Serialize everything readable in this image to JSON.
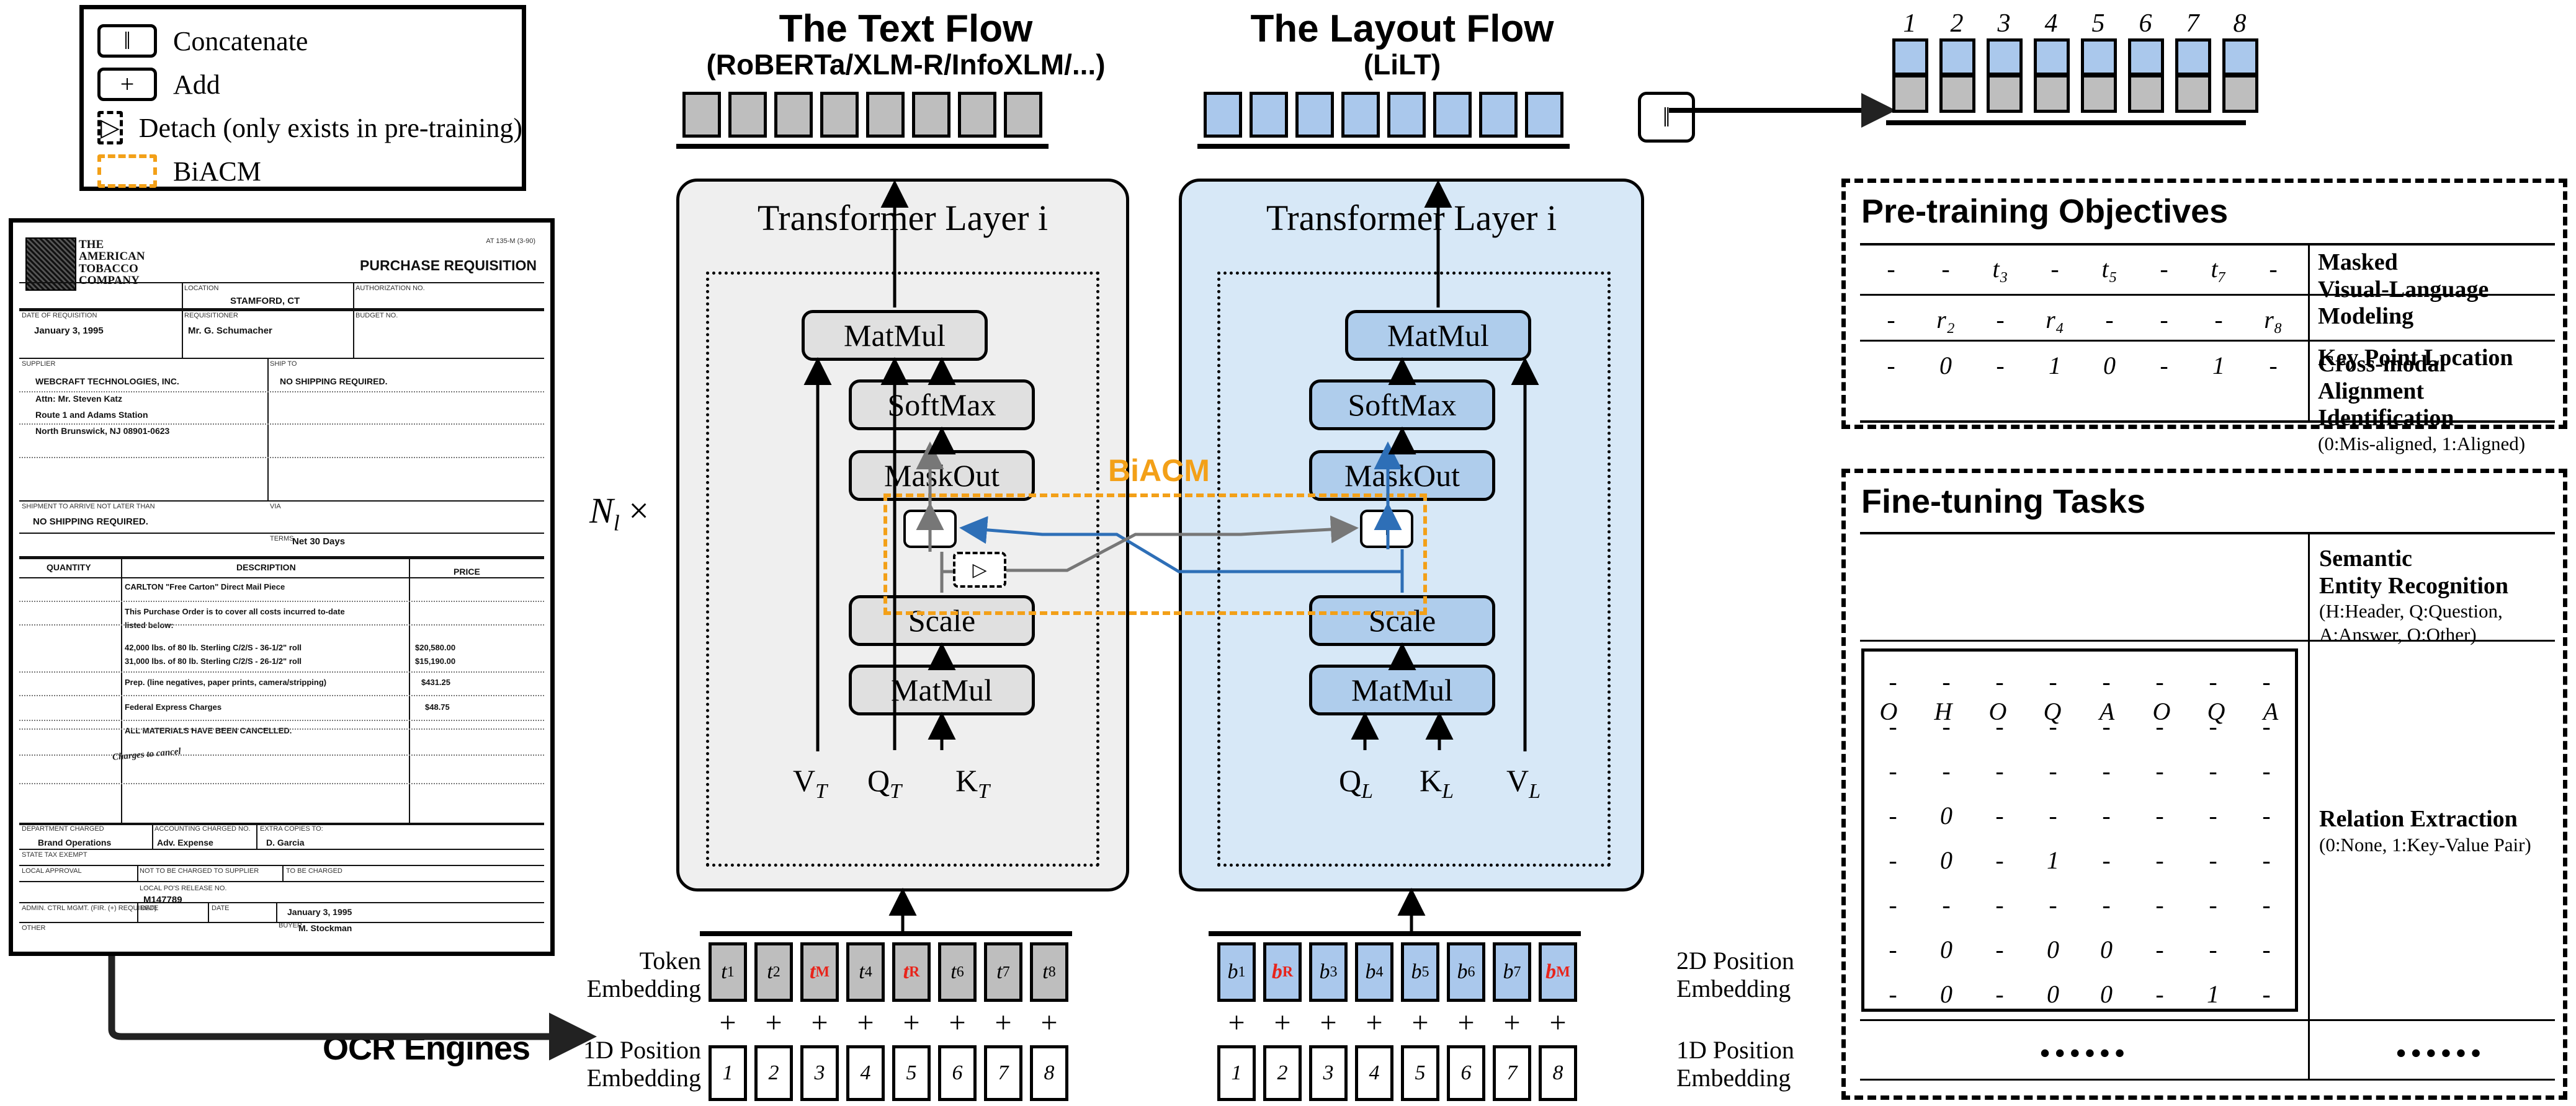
{
  "legend": {
    "items": [
      {
        "icon": "concat-icon",
        "glyph": "‖",
        "label": "Concatenate",
        "style": "solid"
      },
      {
        "icon": "add-icon",
        "glyph": "+",
        "label": "Add",
        "style": "solid"
      },
      {
        "icon": "detach-icon",
        "glyph": "▷",
        "label": "Detach (only exists in pre-training)",
        "style": "dashed"
      },
      {
        "icon": "biacm-icon",
        "glyph": "",
        "label": "BiACM",
        "style": "orange-dashed"
      }
    ]
  },
  "document": {
    "company": "THE AMERICAN TOBACCO COMPANY",
    "form_code": "AT 135-M (3-90)",
    "title": "PURCHASE REQUISITION",
    "fields": [
      {
        "label": "LOCATION",
        "value": "STAMFORD, CT"
      },
      {
        "label": "AUTHORIZATION NO.",
        "value": ""
      },
      {
        "label": "DATE OF REQUISITION",
        "value": "January 3, 1995"
      },
      {
        "label": "REQUISITIONER",
        "value": "Mr. G. Schumacher"
      },
      {
        "label": "BUDGET NO.",
        "value": ""
      },
      {
        "label": "SUPPLIER",
        "value": "WEBCRAFT TECHNOLOGIES, INC."
      },
      {
        "label": "SHIP TO",
        "value": "NO SHIPPING REQUIRED."
      },
      {
        "label": "SHIPMENT TO ARRIVE NOT LATER THAN",
        "value": "NO SHIPPING REQUIRED."
      },
      {
        "label": "VIA",
        "value": ""
      },
      {
        "label": "TERMS",
        "value": "Net 30 Days"
      }
    ],
    "supplier_lines": [
      "Attn: Mr. Steven Katz",
      "Route 1 and Adams Station",
      "North Brunswick, NJ 08901-0623"
    ],
    "table_headers": [
      "QUANTITY",
      "DESCRIPTION",
      "PRICE"
    ],
    "table_rows": [
      {
        "qty": "",
        "desc": "CARLTON \"Free Carton\" Direct Mail Piece",
        "price": ""
      },
      {
        "qty": "",
        "desc": "This Purchase Order is to cover all costs incurred to-date",
        "price": ""
      },
      {
        "qty": "",
        "desc": "listed below:",
        "price": ""
      },
      {
        "qty": "",
        "desc": "42,000 lbs. of 80 lb. Sterling C/2/S - 36-1/2\" roll",
        "price": "$20,580.00"
      },
      {
        "qty": "",
        "desc": "31,000 lbs. of 80 lb. Sterling C/2/S - 26-1/2\" roll",
        "price": "$15,190.00"
      },
      {
        "qty": "",
        "desc": "Prep. (line negatives, paper prints, camera/stripping)",
        "price": "$431.25"
      },
      {
        "qty": "",
        "desc": "Federal Express Charges",
        "price": "$48.75"
      },
      {
        "qty": "",
        "desc": "ALL MATERIALS HAVE BEEN CANCELLED.",
        "price": ""
      }
    ],
    "footer": {
      "dept_label": "DEPARTMENT CHARGED",
      "dept_value": "Brand Operations",
      "acct_label": "ACCOUNTING CHARGED NO.",
      "acct_value": "Adv. Expense",
      "extra_label": "EXTRA COPIES TO:",
      "extra_value": "D. Garcia",
      "state_tax": "STATE TAX EXEMPT",
      "local_label": "LOCAL APPROVAL",
      "requisition_no": "M147789",
      "checkbox1": "NOT TO BE CHARGED TO SUPPLIER",
      "checkbox2": "TO BE CHARGED",
      "admin_label": "ADMIN. CTRL MGMT. (FIR. (+) REQUIRED)",
      "date_label": "DATE",
      "date_value": "January 3, 1995",
      "other_label": "OTHER",
      "buyer_label": "BUYER",
      "buyer_value": "M. Stockman",
      "handwriting": "Charges to cancel"
    }
  },
  "ocr": {
    "label": "OCR Engines"
  },
  "flows": {
    "text": {
      "title": "The Text Flow",
      "subtitle": "(RoBERTa/XLM-R/InfoXLM/...)",
      "layer_label": "Transformer Layer i",
      "ops": [
        "MatMul",
        "SoftMax",
        "MaskOut",
        "Scale",
        "MatMul"
      ],
      "inputs": [
        "V",
        "Q",
        "K"
      ],
      "sub": "T"
    },
    "layout": {
      "title": "The Layout Flow",
      "subtitle": "(LiLT)",
      "layer_label": "Transformer Layer i",
      "ops": [
        "MatMul",
        "SoftMax",
        "MaskOut",
        "Scale",
        "MatMul"
      ],
      "inputs": [
        "Q",
        "K",
        "V"
      ],
      "sub": "L"
    },
    "repeat_label": "N",
    "repeat_sub": "l",
    "repeat_times": "×",
    "biacm_label": "BiACM",
    "concat_glyph": "‖",
    "add_glyph": "+",
    "detach_glyph": "▷"
  },
  "embeddings": {
    "token_label_l1": "Token",
    "token_label_l2": "Embedding",
    "pos1d_label_l1": "1D Position",
    "pos1d_label_l2": "Embedding",
    "pos2d_label_l1": "2D Position",
    "pos2d_label_l2": "Embedding",
    "pos1d_right_l1": "1D Position",
    "pos1d_right_l2": "Embedding",
    "plus": "+",
    "text_tokens": [
      {
        "base": "t",
        "sub": "1",
        "red": false
      },
      {
        "base": "t",
        "sub": "2",
        "red": false
      },
      {
        "base": "t",
        "sub": "M",
        "red": true
      },
      {
        "base": "t",
        "sub": "4",
        "red": false
      },
      {
        "base": "t",
        "sub": "R",
        "red": true
      },
      {
        "base": "t",
        "sub": "6",
        "red": false
      },
      {
        "base": "t",
        "sub": "7",
        "red": false
      },
      {
        "base": "t",
        "sub": "8",
        "red": false
      }
    ],
    "layout_tokens": [
      {
        "base": "b",
        "sub": "1",
        "red": false
      },
      {
        "base": "b",
        "sub": "R",
        "red": true
      },
      {
        "base": "b",
        "sub": "3",
        "red": false
      },
      {
        "base": "b",
        "sub": "4",
        "red": false
      },
      {
        "base": "b",
        "sub": "5",
        "red": false
      },
      {
        "base": "b",
        "sub": "6",
        "red": false
      },
      {
        "base": "b",
        "sub": "7",
        "red": false
      },
      {
        "base": "b",
        "sub": "M",
        "red": true
      }
    ],
    "positions": [
      "1",
      "2",
      "3",
      "4",
      "5",
      "6",
      "7",
      "8"
    ]
  },
  "output": {
    "numbers": [
      "1",
      "2",
      "3",
      "4",
      "5",
      "6",
      "7",
      "8"
    ]
  },
  "pretraining": {
    "title": "Pre-training Objectives",
    "rows": [
      {
        "cells": [
          "-",
          "-",
          "t₃",
          "-",
          "t₅",
          "-",
          "t₇",
          "-"
        ],
        "name_l1": "Masked",
        "name_l2": "Visual-Language Modeling",
        "note": ""
      },
      {
        "cells": [
          "-",
          "r₂",
          "-",
          "r₄",
          "-",
          "-",
          "-",
          "r₈"
        ],
        "name_l1": "Key Point Location",
        "name_l2": "",
        "note": ""
      },
      {
        "cells": [
          "-",
          "0",
          "-",
          "1",
          "0",
          "-",
          "1",
          "-"
        ],
        "name_l1": "Cross-modal",
        "name_l2": "Alignment Identification",
        "note": "(0:Mis-aligned, 1:Aligned)"
      }
    ]
  },
  "finetuning": {
    "title": "Fine-tuning Tasks",
    "ser": {
      "cells": [
        "O",
        "H",
        "O",
        "Q",
        "A",
        "O",
        "Q",
        "A"
      ],
      "name_l1": "Semantic",
      "name_l2": "Entity Recognition",
      "note_l1": "(H:Header, Q:Question,",
      "note_l2": "A:Answer, O:Other)"
    },
    "re": {
      "matrix": [
        [
          "-",
          "-",
          "-",
          "-",
          "-",
          "-",
          "-",
          "-"
        ],
        [
          "-",
          "-",
          "-",
          "-",
          "-",
          "-",
          "-",
          "-"
        ],
        [
          "-",
          "-",
          "-",
          "-",
          "-",
          "-",
          "-",
          "-"
        ],
        [
          "-",
          "0",
          "-",
          "-",
          "-",
          "-",
          "-",
          "-"
        ],
        [
          "-",
          "0",
          "-",
          "1",
          "-",
          "-",
          "-",
          "-"
        ],
        [
          "-",
          "-",
          "-",
          "-",
          "-",
          "-",
          "-",
          "-"
        ],
        [
          "-",
          "0",
          "-",
          "0",
          "0",
          "-",
          "-",
          "-"
        ],
        [
          "-",
          "0",
          "-",
          "0",
          "0",
          "-",
          "1",
          "-"
        ]
      ],
      "name": "Relation Extraction",
      "note": "(0:None, 1:Key-Value Pair)"
    },
    "ellipsis_left": "••••••",
    "ellipsis_right": "••••••"
  },
  "colors": {
    "gray": "#BEBEBE",
    "blue": "#AAC8EC",
    "orange": "#F3A018",
    "red": "#E8241B",
    "line_blue": "#2E6FB7"
  }
}
